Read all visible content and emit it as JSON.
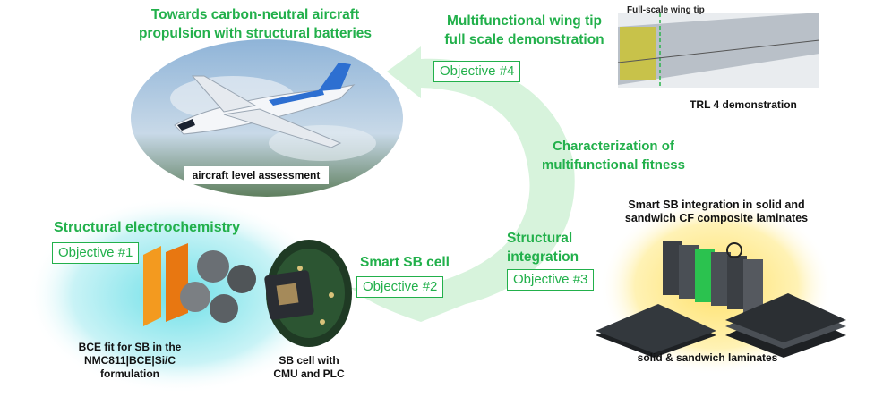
{
  "top_left": {
    "title_line1": "Towards carbon-neutral aircraft",
    "title_line2": "propulsion with structural batteries",
    "caption": "aircraft level assessment"
  },
  "top_right": {
    "title_line1": "Multifunctional wing tip",
    "title_line2": "full scale demonstration",
    "objective": "Objective #4",
    "wing_label": "Full-scale wing tip",
    "caption": "TRL 4 demonstration"
  },
  "center": {
    "line1": "Characterization of",
    "line2": "multifunctional fitness"
  },
  "left": {
    "title": "Structural electrochemistry",
    "objective": "Objective #1",
    "caption_line1": "BCE fit for SB in the",
    "caption_line2": "NMC811|BCE|Si/C",
    "caption_line3": "formulation"
  },
  "middle": {
    "title": "Smart SB cell",
    "objective": "Objective #2",
    "caption_line1": "SB cell with",
    "caption_line2": "CMU and PLC"
  },
  "right": {
    "title_line1": "Structural",
    "title_line2": "integration",
    "objective": "Objective #3",
    "top_caption_line1": "Smart SB integration in solid and",
    "top_caption_line2": "sandwich CF composite laminates",
    "bottom_caption": "solid & sandwich laminates"
  },
  "colors": {
    "accent": "#22b04b",
    "arrow": "#d7f3dc",
    "glow": "#ffe16a"
  }
}
